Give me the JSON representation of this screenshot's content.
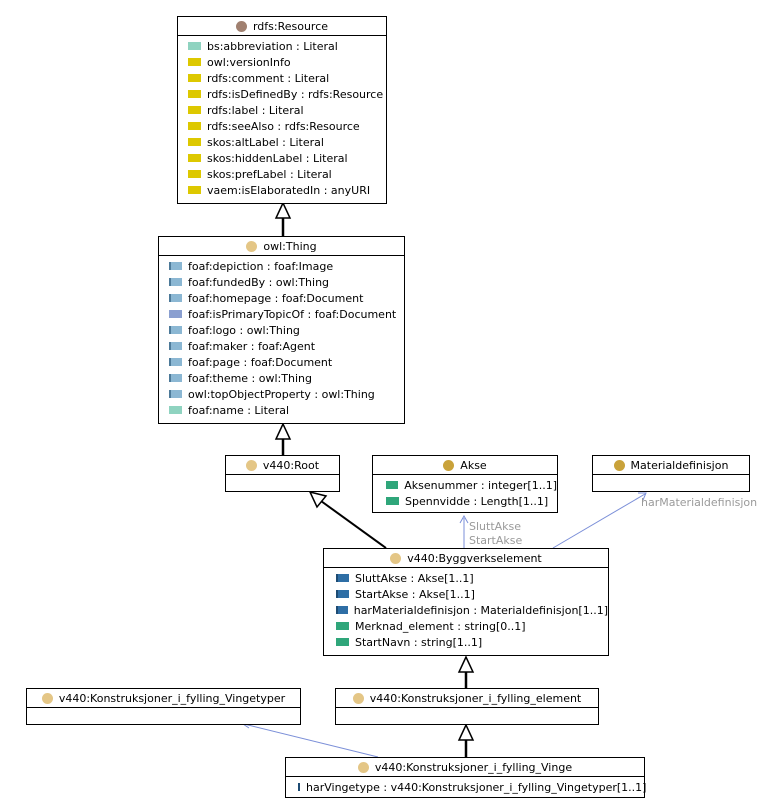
{
  "colors": {
    "annotation": "#ddc800",
    "literal": "#8fd3c0",
    "object_property": "#8bb7d3",
    "datatype_property": "#2fa67a",
    "class_dot_light": "#e4c686",
    "class_dot_dark": "#c9a23a",
    "resource_dot": "#a08070",
    "link_blue": "#7b8fd8"
  },
  "classes": {
    "rdfs_resource": {
      "name": "rdfs:Resource",
      "attrs": [
        "bs:abbreviation : Literal",
        "owl:versionInfo",
        "rdfs:comment : Literal",
        "rdfs:isDefinedBy : rdfs:Resource",
        "rdfs:label : Literal",
        "rdfs:seeAlso : rdfs:Resource",
        "skos:altLabel : Literal",
        "skos:hiddenLabel : Literal",
        "skos:prefLabel : Literal",
        "vaem:isElaboratedIn : anyURI"
      ]
    },
    "owl_thing": {
      "name": "owl:Thing",
      "attrs": [
        "foaf:depiction : foaf:Image",
        "foaf:fundedBy : owl:Thing",
        "foaf:homepage : foaf:Document",
        "foaf:isPrimaryTopicOf : foaf:Document",
        "foaf:logo : owl:Thing",
        "foaf:maker : foaf:Agent",
        "foaf:page : foaf:Document",
        "foaf:theme : owl:Thing",
        "owl:topObjectProperty : owl:Thing",
        "foaf:name : Literal"
      ]
    },
    "root": {
      "name": "v440:Root"
    },
    "akse": {
      "name": "Akse",
      "attrs": [
        "Aksenummer : integer[1..1]",
        "Spennvidde : Length[1..1]"
      ]
    },
    "materialdefinisjon": {
      "name": "Materialdefinisjon"
    },
    "byggverkselement": {
      "name": "v440:Byggverkselement",
      "attrs": [
        "SluttAkse : Akse[1..1]",
        "StartAkse : Akse[1..1]",
        "harMaterialdefinisjon : Materialdefinisjon[1..1]",
        "Merknad_element : string[0..1]",
        "StartNavn : string[1..1]"
      ]
    },
    "vingetyper": {
      "name": "v440:Konstruksjoner_i_fylling_Vingetyper"
    },
    "element": {
      "name": "v440:Konstruksjoner_i_fylling_element"
    },
    "vinge": {
      "name": "v440:Konstruksjoner_i_fylling_Vinge",
      "attrs": [
        "harVingetype : v440:Konstruksjoner_i_fylling_Vingetyper[1..1]"
      ]
    }
  },
  "edge_labels": {
    "slutt_akse": "SluttAkse",
    "start_akse": "StartAkse",
    "har_materialdefinisjon": "harMaterialdefinisjon"
  }
}
